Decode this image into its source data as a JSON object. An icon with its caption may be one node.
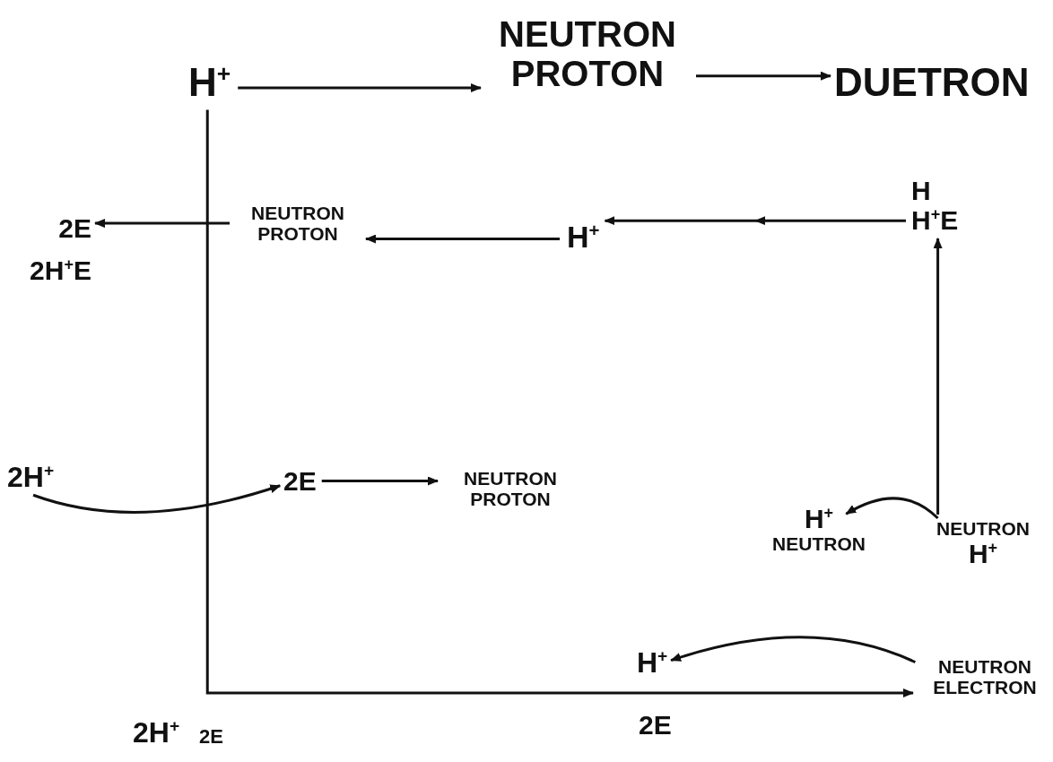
{
  "diagram": {
    "nodes": [
      {
        "text": [
          "H$^{+}$"
        ]
      },
      {
        "text": [
          "NEUTRON PROTON"
        ]
      },
      {
        "text": [
          "DUETRON"
        ]
      },
      {
        "text": [
          "2E",
          "2H$^{+}$E"
        ]
      },
      {
        "text": [
          "NEUTRON PROTON"
        ]
      },
      {
        "text": [
          "H$^{+}$"
        ]
      },
      {
        "text": [
          "H",
          "H$^{+}$E"
        ]
      },
      {
        "text": [
          "2H$^{+}$"
        ]
      },
      {
        "text": [
          "2E"
        ]
      },
      {
        "text": [
          "NEUTRON PROTON"
        ]
      },
      {
        "text": [
          "H$^{+}$",
          "NEUTRON"
        ]
      },
      {
        "text": [
          "NEUTRON",
          "H$^{+}$"
        ]
      },
      {
        "text": [
          "H$^{+}$"
        ]
      },
      {
        "text": [
          "NEUTRON ELECTRON"
        ]
      }
    ],
    "edges": [
      {
        "from": 0,
        "to": 1,
        "arrow": "to"
      },
      {
        "from": 1,
        "to": 2,
        "arrow": "to"
      },
      {
        "from": 4,
        "to": 3,
        "arrow": "to"
      },
      {
        "from": 5,
        "to": 4,
        "arrow": "to"
      },
      {
        "from": 6,
        "to": 5,
        "arrow": "to"
      },
      {
        "from": 11,
        "to": 6,
        "arrow": "to"
      },
      {
        "from": 11,
        "to": 10,
        "arrow": "to"
      },
      {
        "from": 7,
        "to": 8,
        "arrow": "to"
      },
      {
        "from": 8,
        "to": 9,
        "arrow": "to"
      },
      {
        "from": 0,
        "to": 13,
        "label": "2E",
        "arrow": "to"
      },
      {
        "from": 13,
        "to": 12,
        "arrow": "to"
      }
    ],
    "labels": [
      "2H$^{+}$",
      "2E"
    ]
  }
}
